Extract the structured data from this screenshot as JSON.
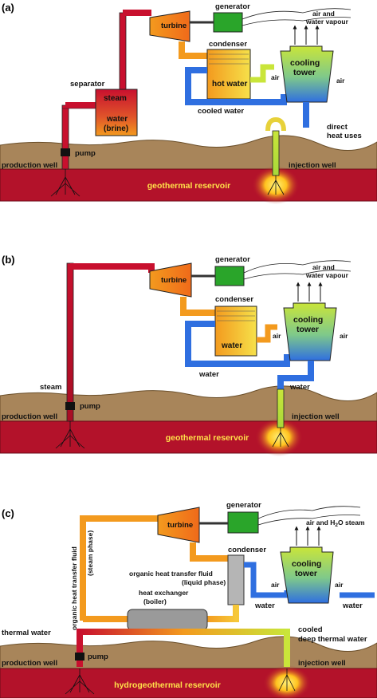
{
  "panel_a": {
    "id": "(a)",
    "generator": "generator",
    "turbine": "turbine",
    "condenser": "condenser",
    "hot_water": "hot water",
    "cooling_tower": [
      "cooling",
      "tower"
    ],
    "air_left": "air",
    "air_right": "air",
    "exhaust": [
      "air and",
      "water vapour"
    ],
    "separator": "separator",
    "steam": "steam",
    "water_brine": [
      "water",
      "(brine)"
    ],
    "cooled_water": "cooled water",
    "direct_heat": [
      "direct",
      "heat uses"
    ],
    "pump": "pump",
    "production_well": "production well",
    "injection_well": "injection well",
    "reservoir": "geothermal reservoir"
  },
  "panel_b": {
    "id": "(b)",
    "generator": "generator",
    "turbine": "turbine",
    "condenser": "condenser",
    "water_box": "water",
    "cooling_tower": [
      "cooling",
      "tower"
    ],
    "air_left": "air",
    "air_right": "air",
    "exhaust": [
      "air and",
      "water vapour"
    ],
    "water_pipe": "water",
    "water_right": "water",
    "steam": "steam",
    "pump": "pump",
    "production_well": "production well",
    "injection_well": "injection well",
    "reservoir": "geothermal reservoir"
  },
  "panel_c": {
    "id": "(c)",
    "generator": "generator",
    "turbine": "turbine",
    "condenser": "condenser",
    "cooling_tower": [
      "cooling",
      "tower"
    ],
    "air_left": "air",
    "air_right": "air",
    "exhaust_prefix": "air and H",
    "exhaust_sub": "2",
    "exhaust_suffix": "O steam",
    "vertical_1": "organic heat transfer fluid",
    "vertical_2": "(steam phase)",
    "liquid_phase": [
      "organic heat transfer fluid",
      "(liquid phase)"
    ],
    "heat_exchanger": [
      "heat exchanger",
      "(boiler)"
    ],
    "water_1": "water",
    "water_2": "water",
    "thermal_water": "thermal water",
    "cooled_deep": [
      "cooled",
      "deep thermal water"
    ],
    "pump": "pump",
    "production_well": "production well",
    "injection_well": "injection well",
    "reservoir": "hydrogeothermal reservoir"
  },
  "colors": {
    "hot_red": "#c8102e",
    "orange": "#f39a1e",
    "yellow_green": "#c9e53a",
    "blue": "#2f6fe0",
    "generator_green": "#2aa52a",
    "ground": "#a8855a",
    "reservoir": "#b3122a",
    "heat_glow": "#ffd23a"
  }
}
